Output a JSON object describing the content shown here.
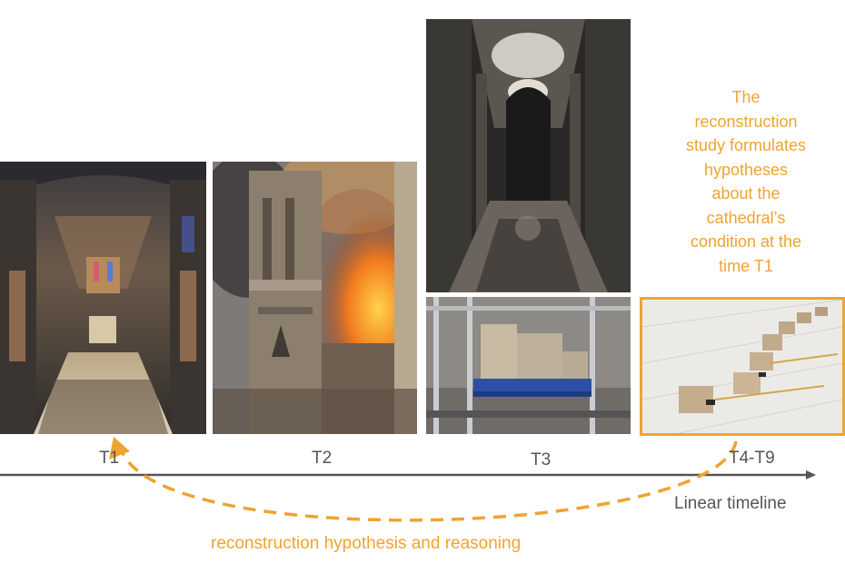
{
  "timeline": {
    "labels": [
      "T1",
      "T2",
      "T3",
      "T4-T9"
    ],
    "axis_label": "Linear timeline"
  },
  "annotation": {
    "text": "The\nreconstruction\nstudy formulates\nhypotheses\nabout the\ncathedral’s\ncondition at the\ntime T1"
  },
  "arc": {
    "caption": "reconstruction hypothesis and reasoning"
  },
  "colors": {
    "accent": "#f0a330",
    "axis": "#555555",
    "text_gray": "#555555"
  },
  "icons": {
    "arrow": "timeline-arrowhead",
    "curve": "curved-dashed-arrow"
  }
}
